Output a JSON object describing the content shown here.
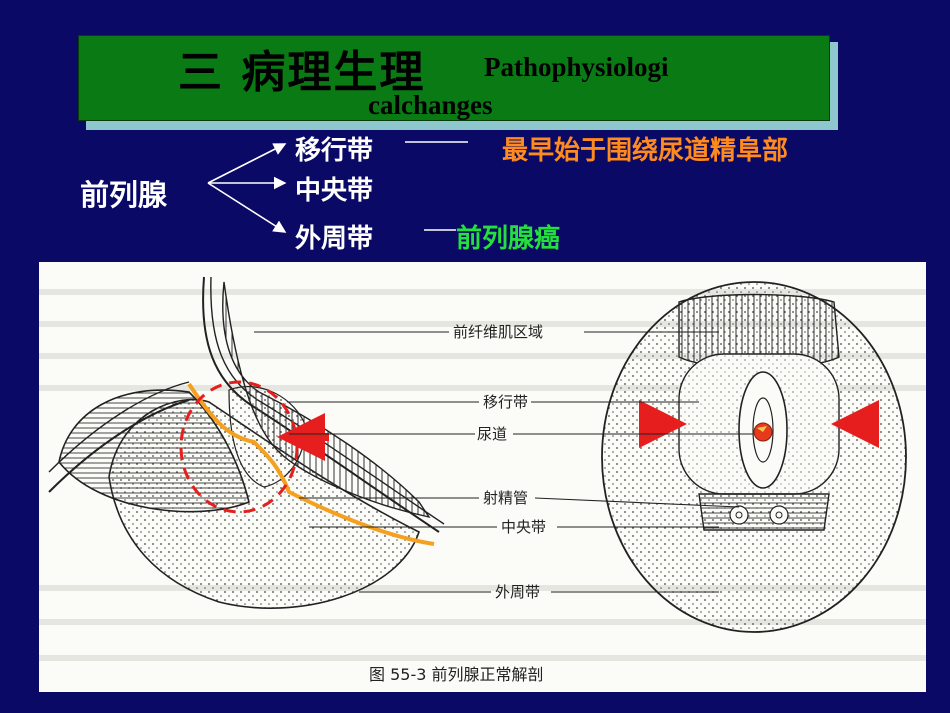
{
  "title": {
    "cn": "三 病理生理",
    "en_line1": "Pathophysiologi",
    "en_line2": "calchanges"
  },
  "zones": {
    "gland": "前列腺",
    "transition": "移行带",
    "central": "中央带",
    "peripheral": "外周带",
    "transition_note": "最早始于围绕尿道精阜部",
    "peripheral_note": "前列腺癌"
  },
  "diagram": {
    "labels": {
      "fibromuscular": "前纤维肌区域",
      "transition": "移行带",
      "urethra": "尿道",
      "ejaculatory_duct": "射精管",
      "central": "中央带",
      "peripheral": "外周带"
    },
    "caption": "图 55-3 前列腺正常解剖"
  },
  "colors": {
    "background": "#0a0a66",
    "title_box": "#0a7a14",
    "title_shadow": "#8fc7cf",
    "orange_text": "#ff8a1e",
    "green_text": "#25e03c",
    "arrow_red": "#e61e1e",
    "urethra_orange": "#f5a01e"
  }
}
